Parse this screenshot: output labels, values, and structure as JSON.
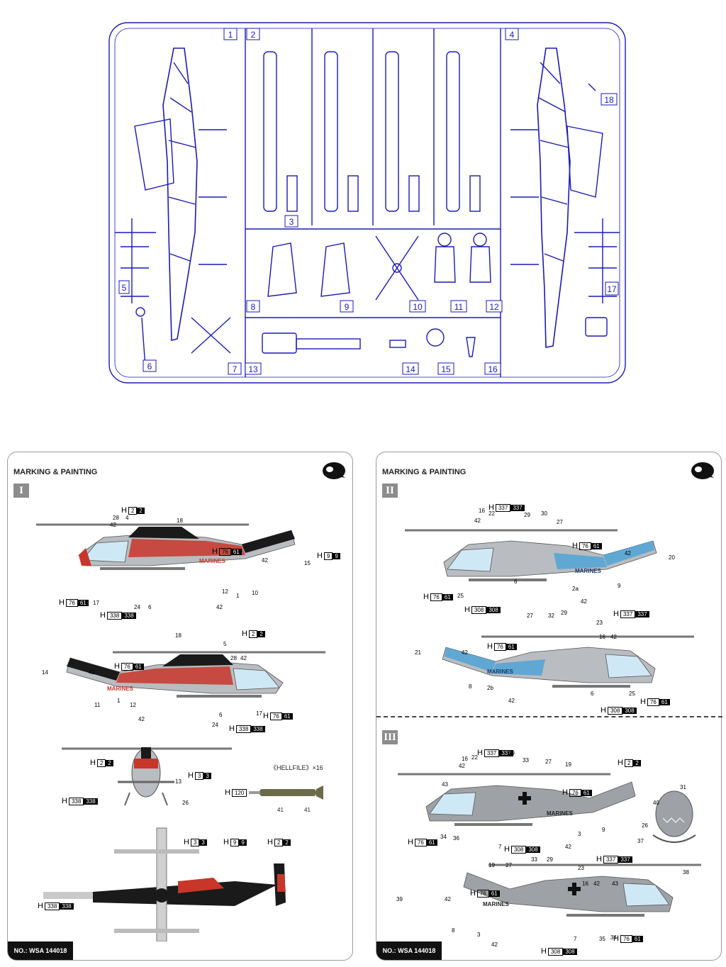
{
  "sprue": {
    "part_numbers": [
      "1",
      "2",
      "3",
      "4",
      "5",
      "6",
      "7",
      "8",
      "9",
      "10",
      "11",
      "12",
      "13",
      "14",
      "15",
      "16",
      "17",
      "18"
    ]
  },
  "panel_left": {
    "title": "MARKING & PAINTING",
    "section": "I",
    "footer_no": "NO.: WSA 144018",
    "hellfire_label": "《HELLFILE》×16",
    "hellfire_callouts": [
      "41",
      "41"
    ],
    "codes": {
      "a": {
        "prefix": "H",
        "c1": "2",
        "c2": "2"
      },
      "b": {
        "prefix": "H",
        "c1": "76",
        "c2": "61"
      },
      "c": {
        "prefix": "H",
        "c1": "9",
        "c2": "9"
      },
      "d": {
        "prefix": "H",
        "c1": "76",
        "c2": "61"
      },
      "e": {
        "prefix": "H",
        "c1": "338",
        "c2": "338"
      },
      "f": {
        "prefix": "H",
        "c1": "2",
        "c2": "2"
      },
      "g": {
        "prefix": "H",
        "c1": "76",
        "c2": "61"
      },
      "h": {
        "prefix": "H",
        "c1": "76",
        "c2": "61"
      },
      "i": {
        "prefix": "H",
        "c1": "338",
        "c2": "338"
      },
      "j": {
        "prefix": "H",
        "c1": "2",
        "c2": "2"
      },
      "k": {
        "prefix": "H",
        "c1": "3",
        "c2": "3"
      },
      "l": {
        "prefix": "H",
        "c1": "338",
        "c2": "338"
      },
      "m": {
        "prefix": "H",
        "c1": "120",
        "c2": ""
      },
      "n": {
        "prefix": "H",
        "c1": "3",
        "c2": "3"
      },
      "o": {
        "prefix": "H",
        "c1": "9",
        "c2": "9"
      },
      "p": {
        "prefix": "H",
        "c1": "2",
        "c2": "2"
      },
      "q": {
        "prefix": "H",
        "c1": "338",
        "c2": "338"
      }
    },
    "marines": "MARINES",
    "callouts1": [
      "28",
      "42",
      "4",
      "18",
      "42",
      "15",
      "17",
      "24",
      "6",
      "12",
      "1",
      "10",
      "42"
    ],
    "callouts2": [
      "18",
      "5",
      "28",
      "42",
      "14",
      "42",
      "11",
      "1",
      "12",
      "42",
      "6",
      "24",
      "17"
    ],
    "callouts3": [
      "13",
      "26"
    ]
  },
  "panel_right": {
    "title": "MARKING & PAINTING",
    "section_ii": "II",
    "section_iii": "III",
    "footer_no": "NO.: WSA 144018",
    "marines": "MARINES",
    "codes": {
      "a": {
        "prefix": "H",
        "c1": "337",
        "c2": "337"
      },
      "b": {
        "prefix": "H",
        "c1": "76",
        "c2": "61"
      },
      "c": {
        "prefix": "H",
        "c1": "76",
        "c2": "61"
      },
      "d": {
        "prefix": "H",
        "c1": "308",
        "c2": "308"
      },
      "e": {
        "prefix": "H",
        "c1": "337",
        "c2": "337"
      },
      "f": {
        "prefix": "H",
        "c1": "76",
        "c2": "61"
      },
      "g": {
        "prefix": "H",
        "c1": "308",
        "c2": "308"
      },
      "h": {
        "prefix": "H",
        "c1": "76",
        "c2": "61"
      },
      "i": {
        "prefix": "H",
        "c1": "337",
        "c2": "337"
      },
      "j": {
        "prefix": "H",
        "c1": "2",
        "c2": "2"
      },
      "k": {
        "prefix": "H",
        "c1": "76",
        "c2": "61"
      },
      "l": {
        "prefix": "H",
        "c1": "76",
        "c2": "61"
      },
      "m": {
        "prefix": "H",
        "c1": "308",
        "c2": "308"
      },
      "n": {
        "prefix": "H",
        "c1": "337",
        "c2": "337"
      },
      "o": {
        "prefix": "H",
        "c1": "76",
        "c2": "61"
      },
      "p": {
        "prefix": "H",
        "c1": "76",
        "c2": "61"
      },
      "q": {
        "prefix": "H",
        "c1": "308",
        "c2": "308"
      }
    },
    "callouts_ii1": [
      "16",
      "22",
      "42",
      "29",
      "30",
      "27",
      "42",
      "20",
      "25",
      "6",
      "2a",
      "9",
      "42"
    ],
    "callouts_ii2": [
      "27",
      "32",
      "29",
      "23",
      "16",
      "42",
      "21",
      "42",
      "8",
      "2b",
      "42",
      "6",
      "25"
    ],
    "callouts_iii1": [
      "16",
      "22",
      "42",
      "29",
      "33",
      "27",
      "19",
      "43",
      "34",
      "36",
      "7",
      "3",
      "9",
      "42",
      "40",
      "31",
      "26",
      "37",
      "38"
    ],
    "callouts_iii2": [
      "19",
      "27",
      "33",
      "29",
      "23",
      "16",
      "42",
      "43",
      "39",
      "42",
      "8",
      "3",
      "42",
      "7",
      "35",
      "34"
    ]
  }
}
